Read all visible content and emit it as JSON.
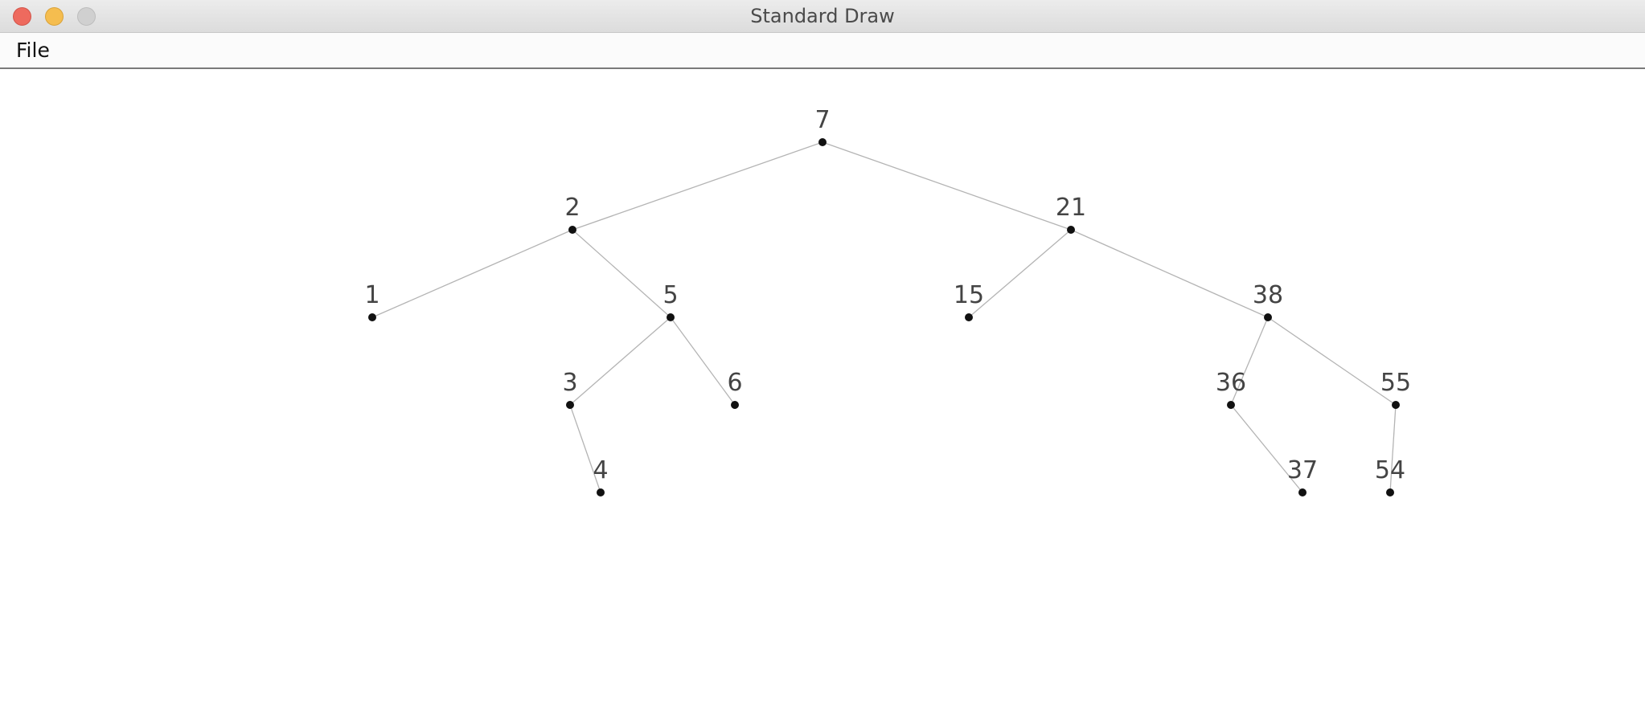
{
  "window": {
    "title": "Standard Draw"
  },
  "menubar": {
    "items": [
      {
        "label": "File"
      }
    ]
  },
  "tree": {
    "nodes": [
      {
        "key": "7"
      },
      {
        "key": "2"
      },
      {
        "key": "21"
      },
      {
        "key": "1"
      },
      {
        "key": "5"
      },
      {
        "key": "15"
      },
      {
        "key": "38"
      },
      {
        "key": "3"
      },
      {
        "key": "6"
      },
      {
        "key": "36"
      },
      {
        "key": "55"
      },
      {
        "key": "4"
      },
      {
        "key": "37"
      },
      {
        "key": "54"
      }
    ],
    "edges": [
      [
        "7",
        "2"
      ],
      [
        "7",
        "21"
      ],
      [
        "2",
        "1"
      ],
      [
        "2",
        "5"
      ],
      [
        "5",
        "3"
      ],
      [
        "5",
        "6"
      ],
      [
        "3",
        "4"
      ],
      [
        "21",
        "15"
      ],
      [
        "21",
        "38"
      ],
      [
        "38",
        "36"
      ],
      [
        "38",
        "55"
      ],
      [
        "36",
        "37"
      ],
      [
        "55",
        "54"
      ]
    ],
    "colors": {
      "edge": "#b4b4b4",
      "node": "#111111",
      "label": "#444444"
    }
  }
}
